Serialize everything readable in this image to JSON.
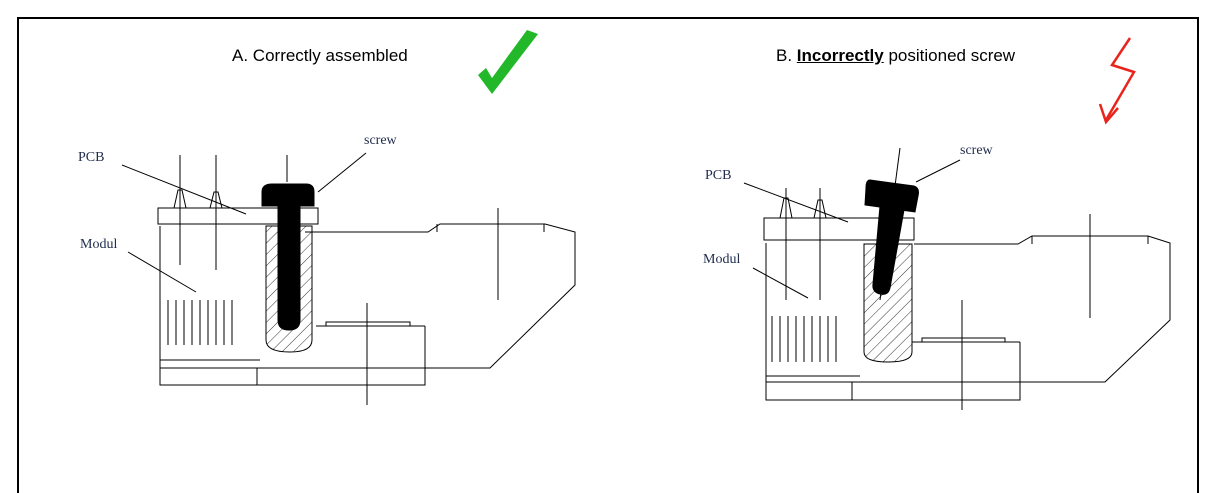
{
  "panel_a": {
    "prefix": "A.",
    "caption": "Correctly assembled",
    "labels": {
      "pcb": "PCB",
      "modul": "Modul",
      "screw": "screw"
    },
    "status_icon": "check-mark-icon"
  },
  "panel_b": {
    "prefix": "B.",
    "caption_emphasis": "Incorrectly",
    "caption_rest": "positioned screw",
    "labels": {
      "pcb": "PCB",
      "modul": "Modul",
      "screw": "screw"
    },
    "status_icon": "lightning-warning-icon"
  },
  "colors": {
    "check": "#22b82a",
    "warning": "#e8241c",
    "line": "#000000",
    "label": "#1f2b4d"
  }
}
